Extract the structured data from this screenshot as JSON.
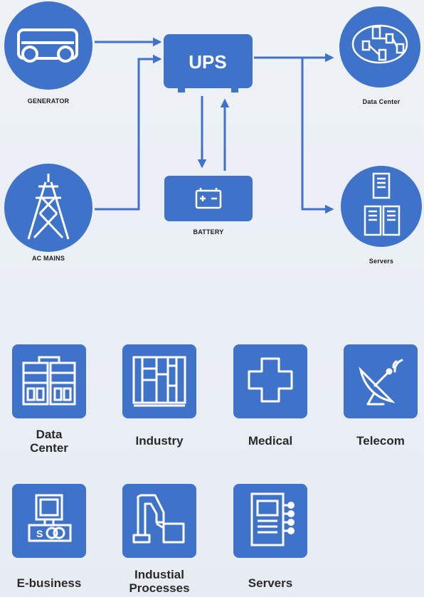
{
  "colors": {
    "accent": "#3f72c9",
    "background": "#eef2f7",
    "text": "#222222"
  },
  "diagram": {
    "ups_label": "UPS",
    "nodes": {
      "generator": {
        "label": "GENERATOR",
        "icon": "generator-icon"
      },
      "ac_mains": {
        "label": "AC MAINS",
        "icon": "power-tower-icon"
      },
      "battery": {
        "label": "BATTERY",
        "icon": "battery-icon"
      },
      "data_center": {
        "label": "Data Center",
        "icon": "network-icon"
      },
      "servers": {
        "label": "Servers",
        "icon": "server-rack-icon"
      }
    }
  },
  "applications": [
    {
      "label_line1": "Data",
      "label_line2": "Center",
      "icon": "data-center-icon"
    },
    {
      "label_line1": "Industry",
      "label_line2": "",
      "icon": "industry-cabinet-icon"
    },
    {
      "label_line1": "Medical",
      "label_line2": "",
      "icon": "medical-cross-icon"
    },
    {
      "label_line1": "Telecom",
      "label_line2": "",
      "icon": "satellite-dish-icon"
    },
    {
      "label_line1": "E-business",
      "label_line2": "",
      "icon": "computer-icon"
    },
    {
      "label_line1": "Industial",
      "label_line2": "Processes",
      "icon": "robot-arm-icon"
    },
    {
      "label_line1": "Servers",
      "label_line2": "",
      "icon": "server-icon"
    }
  ]
}
